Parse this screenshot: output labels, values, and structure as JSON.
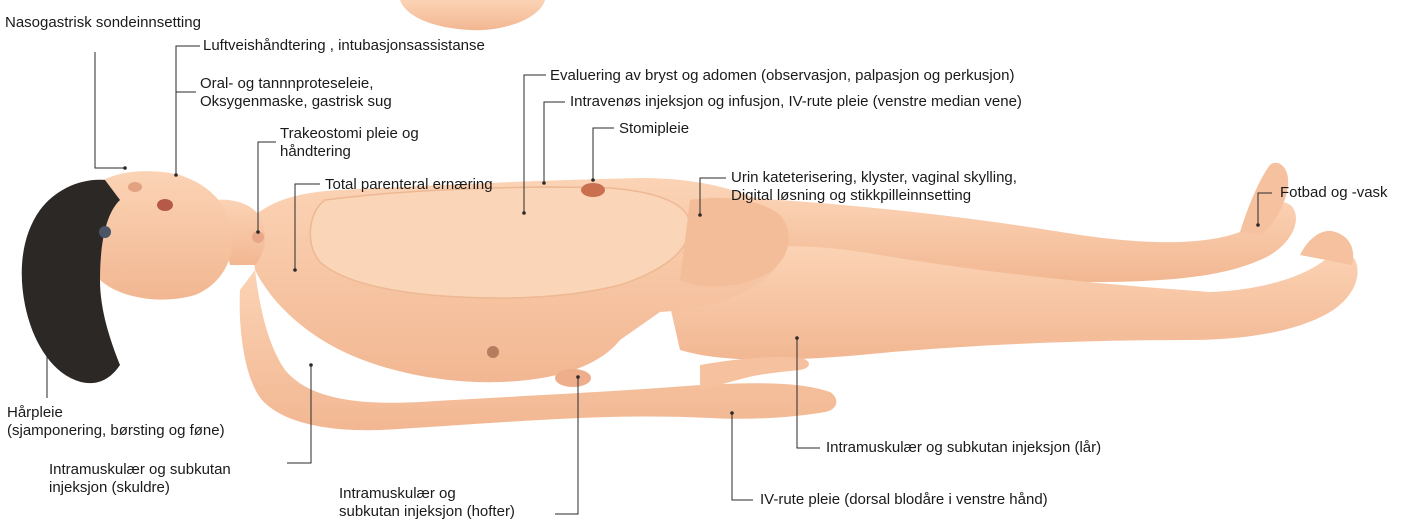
{
  "labels": {
    "nasogastrisk": "Nasogastrisk sondeinnsetting",
    "luftvei": "Luftveishåndtering , intubasjonsassistanse",
    "oral_1": "Oral- og tannnproteseleie,",
    "oral_2": "Oksygenmaske, gastrisk sug",
    "trakeostomi_1": "Trakeostomi pleie og",
    "trakeostomi_2": "håndtering",
    "parenteral": "Total parenteral ernæring",
    "evaluering": "Evaluering av bryst og adomen (observasjon, palpasjon og perkusjon)",
    "intravenos": "Intravenøs injeksjon og infusjon, IV-rute pleie (venstre median vene)",
    "stomi": "Stomipleie",
    "urin_1": "Urin kateterisering, klyster, vaginal skylling,",
    "urin_2": "Digital løsning og stikkpilleinnsetting",
    "fotbad": "Fotbad og -vask",
    "harpleie_1": "Hårpleie",
    "harpleie_2": "(sjamponering, børsting og føne)",
    "skuldre_1": "Intramuskulær og subkutan",
    "skuldre_2": "injeksjon (skuldre)",
    "hofter_1": "Intramuskulær og",
    "hofter_2": "subkutan injeksjon (hofter)",
    "lar": "Intramuskulær og subkutan injeksjon (lår)",
    "ivrute": "IV-rute pleie (dorsal blodåre i venstre hånd)"
  },
  "colors": {
    "skin": "#f9c8a6",
    "skin_shade": "#eaa985",
    "hair": "#2b2826",
    "line": "#2a2a2a",
    "text": "#1a1a1a"
  }
}
